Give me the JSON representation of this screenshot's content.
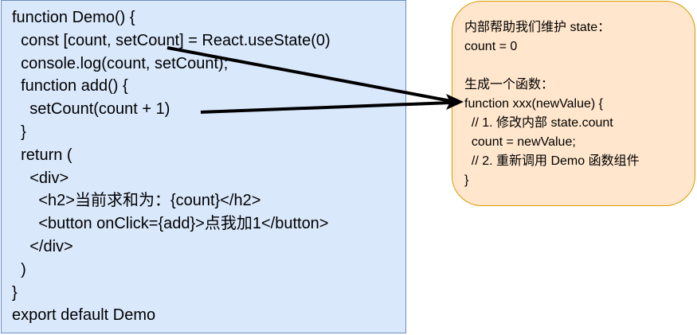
{
  "code_box": {
    "lines": [
      "function Demo() {",
      "  const [count, setCount] = React.useState(0)",
      "  console.log(count, setCount);",
      "  function add() {",
      "    setCount(count + 1)",
      "  }",
      "  return (",
      "    <div>",
      "      <h2>当前求和为：{count}</h2>",
      "      <button onClick={add}>点我加1</button>",
      "    </div>",
      "  )",
      "}",
      "export default Demo"
    ]
  },
  "note_box": {
    "lines": [
      "内部帮助我们维护 state：",
      "count = 0",
      "",
      "生成一个函数：",
      "function xxx(newValue) {",
      "  // 1. 修改内部 state.count",
      "  count = newValue;",
      "  // 2. 重新调用 Demo 函数组件",
      "}"
    ]
  },
  "colors": {
    "code_fill": "#dae8fc",
    "code_stroke": "#6c8ebf",
    "note_fill": "#ffe6cc",
    "note_stroke": "#d79b00"
  }
}
